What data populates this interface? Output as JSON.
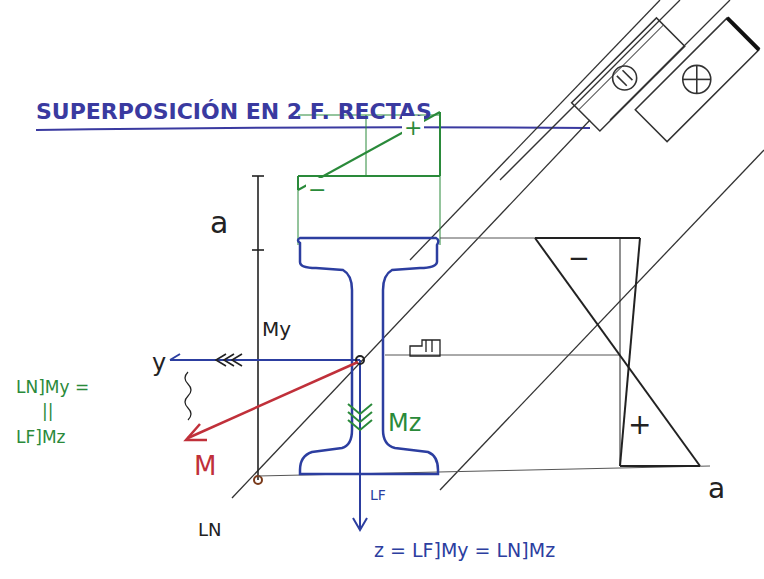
{
  "diagram": {
    "title": "SUPERPOSICIÓN EN 2 F. RECTAS",
    "labels": [
      "a",
      "−",
      "+",
      "My",
      "Mz",
      "M",
      "y",
      "LN]My =",
      "||",
      "LF]Mz",
      "z = LF]My = LN]Mz",
      "LN",
      "LF",
      "−",
      "+",
      "a"
    ]
  }
}
